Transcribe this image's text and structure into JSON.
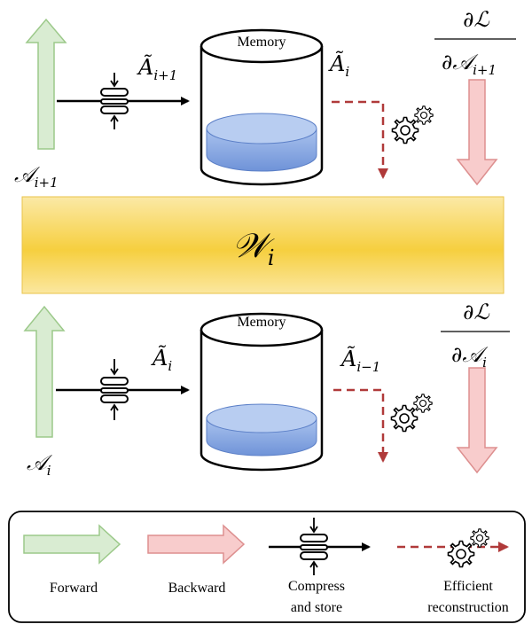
{
  "top": {
    "forward_label": "𝒜",
    "forward_sub": "i+1",
    "compressed_label": "Ã",
    "compressed_sub": "i+1",
    "memory_label": "Memory",
    "recon_label": "Ã",
    "recon_sub": "i",
    "grad_num": "∂ℒ",
    "grad_den": "∂𝒜",
    "grad_den_sub": "i+1"
  },
  "layer": {
    "label": "𝒲",
    "sub": "i"
  },
  "bottom": {
    "forward_label": "𝒜",
    "forward_sub": "i",
    "compressed_label": "Ã",
    "compressed_sub": "i",
    "memory_label": "Memory",
    "recon_label": "Ã",
    "recon_sub": "i−1",
    "grad_num": "∂ℒ",
    "grad_den": "∂𝒜",
    "grad_den_sub": "i"
  },
  "legend": {
    "forward": "Forward",
    "backward": "Backward",
    "compress_line1": "Compress",
    "compress_line2": "and store",
    "recon_line1": "Efficient",
    "recon_line2": "reconstruction"
  },
  "colors": {
    "forward_fill": "#d9ecd2",
    "forward_stroke": "#9cc98a",
    "backward_fill": "#f8cccc",
    "backward_stroke": "#dd8f8f",
    "dashed": "#b03a3a",
    "layer_top": "#fbe9a6",
    "layer_mid": "#f7d24a",
    "layer_bottom": "#fbe9a6",
    "liquid": "#9fb8e8"
  }
}
